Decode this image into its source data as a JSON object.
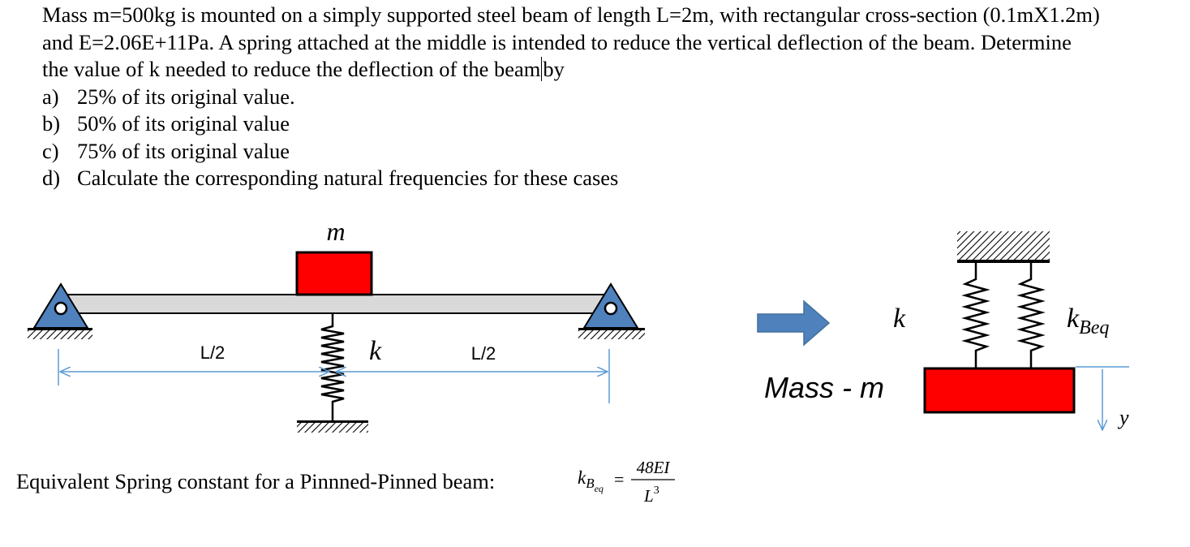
{
  "problem": {
    "line1": "Mass m=500kg is mounted on a simply supported steel beam of length L=2m, with rectangular cross-section (0.1mX1.2m)",
    "line2": "and E=2.06E+11Pa.  A spring attached at the middle is intended to reduce the vertical  deflection  of  the beam. Determine",
    "line3a": "the value of k needed to reduce the deflection of the beam",
    "line3b": "by",
    "options": [
      {
        "label": "a)",
        "text": "25% of its original value."
      },
      {
        "label": "b)",
        "text": "50% of its original value"
      },
      {
        "label": "c)",
        "text": "75% of its original value"
      },
      {
        "label": "d)",
        "text": "Calculate the corresponding natural frequencies for these cases"
      }
    ]
  },
  "beam_figure": {
    "mass_label": "m",
    "spring_label": "k",
    "left_dim": "L/2",
    "right_dim": "L/2"
  },
  "equivalent_figure": {
    "spring_label": "k",
    "beam_spring_label_main": "k",
    "beam_spring_label_sub": "Beq",
    "mass_label": "Mass - m",
    "displacement_label": "y"
  },
  "formula": {
    "caption": "Equivalent Spring constant for a Pinnned-Pinned beam:",
    "lhs_main": "k",
    "lhs_sub": "B",
    "lhs_subsub": "eq",
    "equals": "=",
    "numerator": "48EI",
    "denominator_base": "L",
    "denominator_exp": "3"
  },
  "colors": {
    "mass_fill": "#ff0000",
    "support_fill": "#4f81bd",
    "arrow_fill": "#4f81bd",
    "dimension_line": "#5b9bd5",
    "beam_fill": "#d9d9d9"
  }
}
